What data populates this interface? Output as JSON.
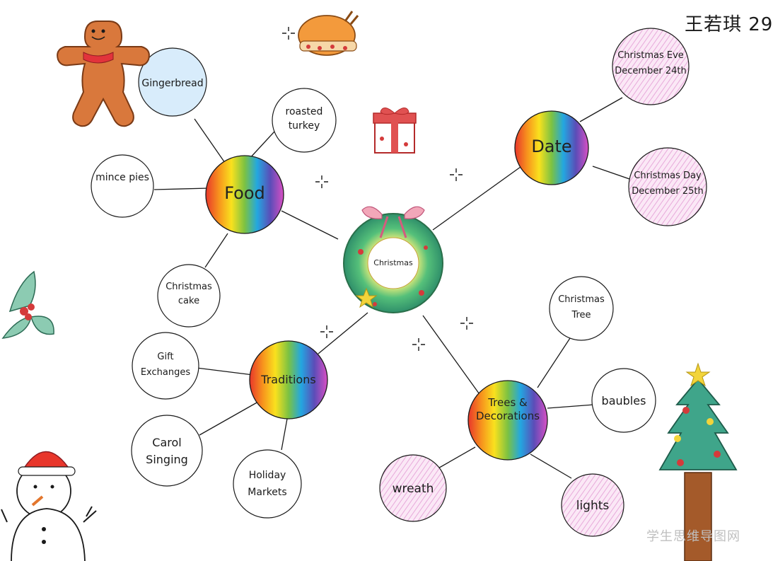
{
  "author_name": "王若琪 29",
  "watermark": "学生思维导图网",
  "center": {
    "label": "Christmas"
  },
  "branches": {
    "food": {
      "label": "Food",
      "items": {
        "gingerbread": "Gingerbread",
        "roasted_turkey": "roasted turkey",
        "mince_pies": "mince pies",
        "christmas_cake": "Christmas cake"
      }
    },
    "date": {
      "label": "Date",
      "items": {
        "christmas_eve": "Christmas Eve December 24th",
        "christmas_day": "Christmas Day December 25th"
      }
    },
    "traditions": {
      "label": "Traditions",
      "items": {
        "gift_exchanges": "Gift Exchanges",
        "carol_singing": "Carol Singing",
        "holiday_markets": "Holiday Markets"
      }
    },
    "trees": {
      "label": "Trees & Decorations",
      "items": {
        "christmas_tree": "Christmas Tree",
        "baubles": "baubles",
        "wreath": "wreath",
        "lights": "lights"
      }
    }
  },
  "colors": {
    "rainbow": [
      "#e8362b",
      "#f7941d",
      "#f9e11e",
      "#7cc242",
      "#23a7e0",
      "#5b4db8",
      "#d94fc4"
    ],
    "light_blue_leaf": "#d8ecfb",
    "pink_leaf": "#f6d4ee",
    "line": "#1a1a1a"
  },
  "decorations": [
    "gingerbread-man-icon",
    "roast-turkey-icon",
    "gift-box-icon",
    "holly-icon",
    "snowman-icon",
    "christmas-tree-icon",
    "sparkle-icon"
  ]
}
